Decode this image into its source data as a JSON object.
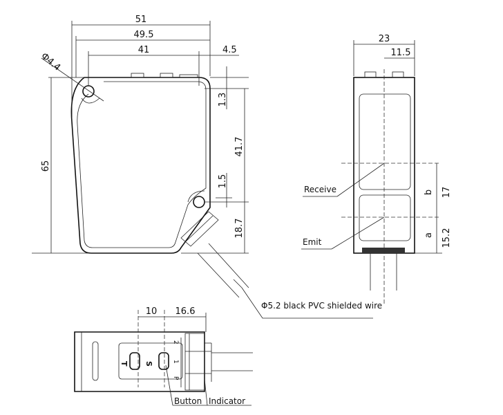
{
  "dimensions": {
    "overall_width": "51",
    "body_width": "49.5",
    "hole_spacing": "41",
    "offset_right": "4.5",
    "hole_diameter": "Ф4.4",
    "overall_height": "65",
    "top_gap": "1.3",
    "hole_vertical": "41.7",
    "small_gap": "1.5",
    "bottom_offset": "18.7",
    "side_width": "23",
    "side_half": "11.5",
    "b_label": "b",
    "b_value": "17",
    "a_label": "a",
    "a_value": "15.2",
    "bottom_left": "10",
    "bottom_right": "16.6"
  },
  "labels": {
    "receive": "Receive",
    "emit": "Emit",
    "wire": "Φ5.2 black PVC shielded wire",
    "button": "Button",
    "indicator": "Indicator",
    "t_mark": "T",
    "s_mark": "S",
    "mark_2": "2",
    "mark_1": "1",
    "mark_p": "P"
  }
}
